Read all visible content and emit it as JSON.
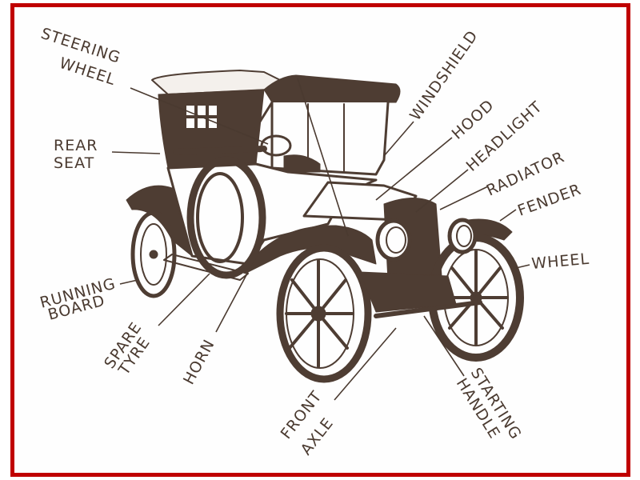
{
  "title": "Parts of a vintage motor car",
  "colors": {
    "frame": "#c00000",
    "ink": "#4e3d33",
    "background": "#fefefe"
  },
  "labels": {
    "steering_wheel": [
      "STEERING",
      "WHEEL"
    ],
    "rear_seat": [
      "REAR",
      "SEAT"
    ],
    "running_board": [
      "RUNNING",
      "BOARD"
    ],
    "spare_tyre": [
      "SPARE",
      "TYRE"
    ],
    "horn": [
      "HORN"
    ],
    "front_axle": [
      "FRONT",
      "AXLE"
    ],
    "starting_handle": [
      "STARTING",
      "HANDLE"
    ],
    "wheel": [
      "WHEEL"
    ],
    "fender": [
      "FENDER"
    ],
    "radiator": [
      "RADIATOR"
    ],
    "headlight": [
      "HEADLIGHT"
    ],
    "hood": [
      "HOOD"
    ],
    "windshield": [
      "WINDSHIELD"
    ]
  }
}
